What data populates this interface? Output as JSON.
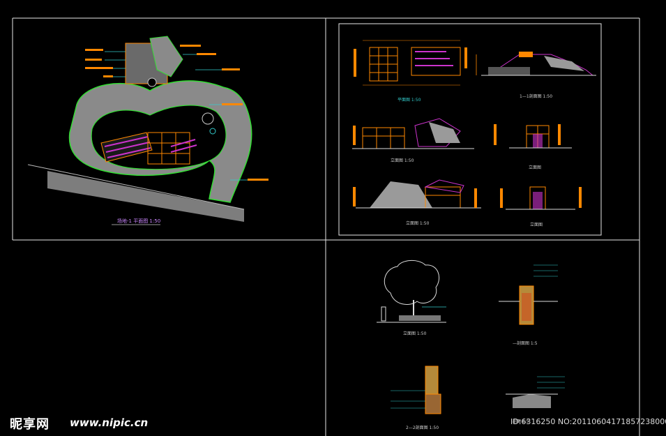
{
  "drawing": {
    "site_plan_title": "场地-1 平面图 1:50",
    "plan_title": "平面图 1:50",
    "section_1_title": "1—1剖面图 1:50",
    "elevation_a_title": "立面图 1:50",
    "elevation_b_title": "立面图",
    "elevation_c_title": "立面图 1:50",
    "elevation_d_title": "立面图",
    "tree_elevation_title": "立面图 1:50",
    "wall_section_title": "—剖面图 1:5",
    "section_2_title": "2—2剖面图 1:50",
    "paving_section_title": "剖面 1:5"
  },
  "watermark": {
    "logo": "昵享网",
    "url": "www.nipic.cn",
    "id_text": "ID:6316250 NO:20110604171857238000"
  },
  "colors": {
    "frame": "#ffffff",
    "green": "#33dd33",
    "magenta": "#cc33cc",
    "orange": "#ff8800",
    "cyan": "#33cccc",
    "gray": "#9a9a9a"
  }
}
